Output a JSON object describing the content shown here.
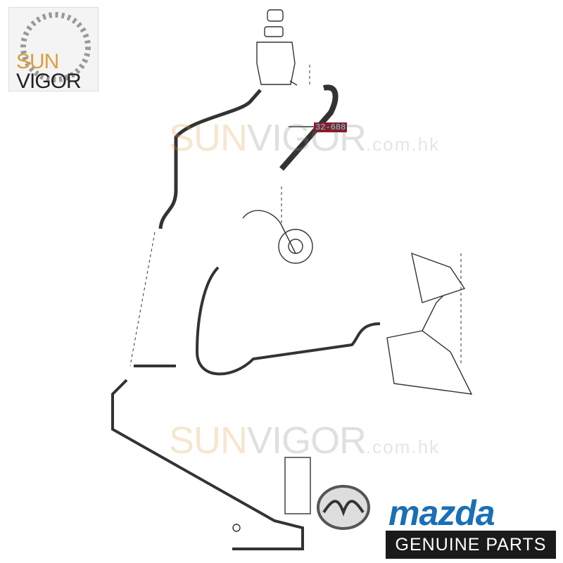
{
  "branding": {
    "seller_logo": {
      "line1": "SUN",
      "line2": "VIGOR"
    },
    "watermark": {
      "part1": "SUN",
      "part2": "VIGOR",
      "domain": ".com.hk"
    },
    "manufacturer": {
      "wordmark": "mazda",
      "tagline": "GENUINE PARTS"
    }
  },
  "diagram": {
    "part_label": "32-688",
    "colors": {
      "label_bg": "#8a1c2c",
      "label_text": "#5fe0e0",
      "mazda_blue": "#1a6fb5"
    }
  }
}
